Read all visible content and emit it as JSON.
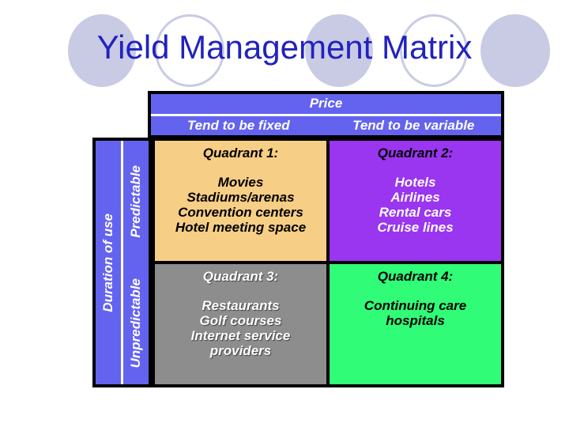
{
  "slide": {
    "title": "Yield Management Matrix"
  },
  "colors": {
    "slide_title_text": "#2222BE",
    "axis_bg": "#6363EF",
    "axis_text": "#FFFFFF",
    "decor_ellipse": "#C9CBE5",
    "border": "#000000"
  },
  "matrix": {
    "price_axis": {
      "title": "Price",
      "columns": [
        "Tend to be fixed",
        "Tend to be variable"
      ]
    },
    "duration_axis": {
      "title": "Duration of use",
      "rows": [
        "Predictable",
        "Unpredictable"
      ]
    },
    "quadrants": [
      {
        "label": "Quadrant 1:",
        "items": [
          "Movies",
          "Stadiums/arenas",
          "Convention centers",
          "Hotel meeting space"
        ],
        "bg": "#F7CE85",
        "label_color": "#000000",
        "items_color": "#000000"
      },
      {
        "label": "Quadrant 2:",
        "items": [
          "Hotels",
          "Airlines",
          "Rental cars",
          "Cruise lines"
        ],
        "bg": "#9A35F0",
        "label_color": "#000000",
        "items_color": "#FFFFFF"
      },
      {
        "label": "Quadrant 3:",
        "items": [
          "Restaurants",
          "Golf courses",
          "Internet service providers"
        ],
        "bg": "#8D8D8D",
        "label_color": "#FFFFFF",
        "items_color": "#FFFFFF"
      },
      {
        "label": "Quadrant 4:",
        "items": [
          "Continuing care hospitals"
        ],
        "bg": "#30FC78",
        "label_color": "#000000",
        "items_color": "#000000"
      }
    ]
  }
}
